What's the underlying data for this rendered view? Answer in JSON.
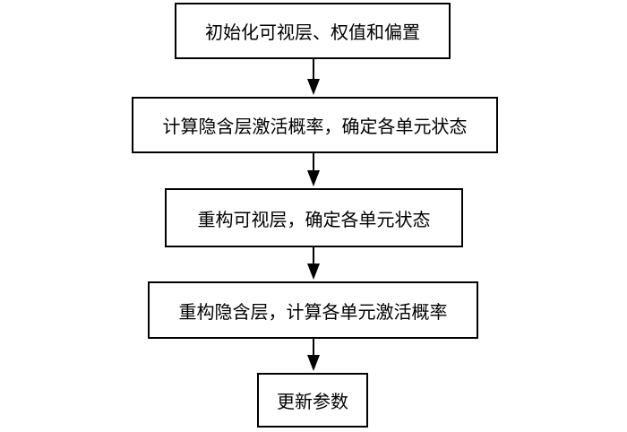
{
  "flowchart": {
    "steps": [
      {
        "label": "初始化可视层、权值和偏置"
      },
      {
        "label": "计算隐含层激活概率，确定各单元状态"
      },
      {
        "label": "重构可视层，确定各单元状态"
      },
      {
        "label": "重构隐含层，计算各单元激活概率"
      },
      {
        "label": "更新参数"
      }
    ]
  }
}
